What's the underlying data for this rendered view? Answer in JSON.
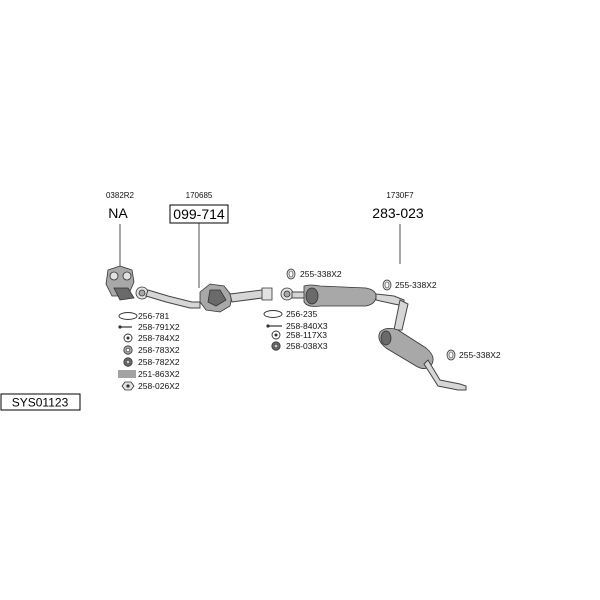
{
  "system_code": "SYS01123",
  "groups": [
    {
      "ref": "0382R2",
      "part": "NA"
    },
    {
      "ref": "170685",
      "part": "099-714"
    },
    {
      "ref": "1730F7",
      "part": "283-023"
    }
  ],
  "left_parts": [
    "256-781",
    "258-791X2",
    "258-784X2",
    "258-783X2",
    "258-782X2",
    "251-863X2",
    "258-026X2"
  ],
  "middle_parts": [
    "256-235",
    "258-840X3",
    "258-117X3",
    "258-038X3"
  ],
  "clamp_labels": [
    "255-338X2",
    "255-338X2",
    "255-338X2"
  ]
}
